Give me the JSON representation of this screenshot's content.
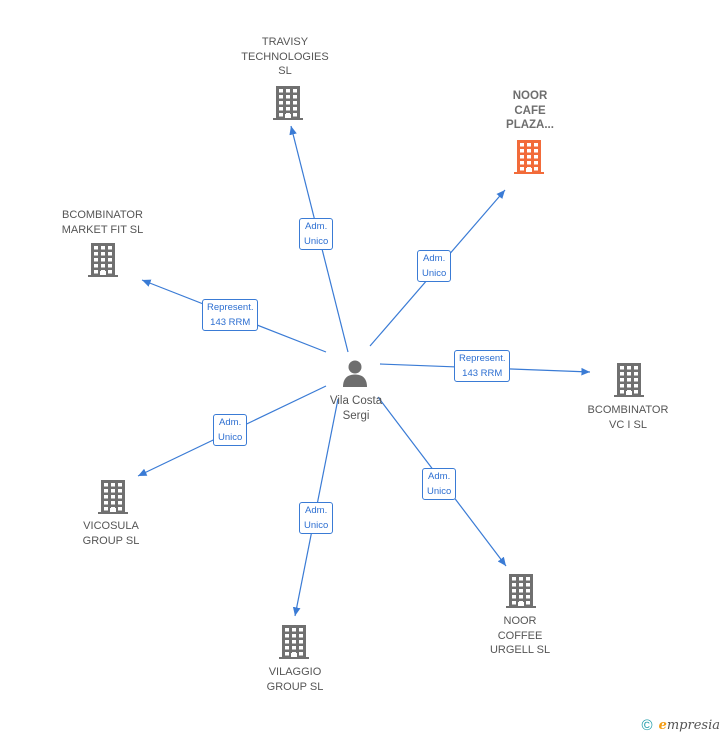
{
  "center": {
    "label": "Vila Costa\nSergi",
    "icon": "person-icon"
  },
  "companies": [
    {
      "id": "travisy",
      "label": "TRAVISY\nTECHNOLOGIES\nSL",
      "highlight": false
    },
    {
      "id": "noor-cafe",
      "label": "NOOR\nCAFE\nPLAZA...",
      "highlight": true
    },
    {
      "id": "bcombinator-mf",
      "label": "BCOMBINATOR\nMARKET FIT  SL",
      "highlight": false
    },
    {
      "id": "bcombinator-vc",
      "label": "BCOMBINATOR\nVC I  SL",
      "highlight": false
    },
    {
      "id": "vicosula",
      "label": "VICOSULA\nGROUP  SL",
      "highlight": false
    },
    {
      "id": "vilaggio",
      "label": "VILAGGIO\nGROUP  SL",
      "highlight": false
    },
    {
      "id": "noor-coffee",
      "label": "NOOR\nCOFFEE\nURGELL  SL",
      "highlight": false
    }
  ],
  "edges": [
    {
      "to": "travisy",
      "label": "Adm.\nUnico"
    },
    {
      "to": "noor-cafe",
      "label": "Adm.\nUnico"
    },
    {
      "to": "bcombinator-mf",
      "label": "Represent.\n143 RRM"
    },
    {
      "to": "bcombinator-vc",
      "label": "Represent.\n143 RRM"
    },
    {
      "to": "vicosula",
      "label": "Adm.\nUnico"
    },
    {
      "to": "vilaggio",
      "label": "Adm.\nUnico"
    },
    {
      "to": "noor-coffee",
      "label": "Adm.\nUnico"
    }
  ],
  "colors": {
    "edge": "#3a7bd5",
    "building": "#707070",
    "building_highlight": "#f26b3a"
  },
  "footer": {
    "copyright": "©",
    "brand_first": "e",
    "brand_rest": "mpresia"
  }
}
